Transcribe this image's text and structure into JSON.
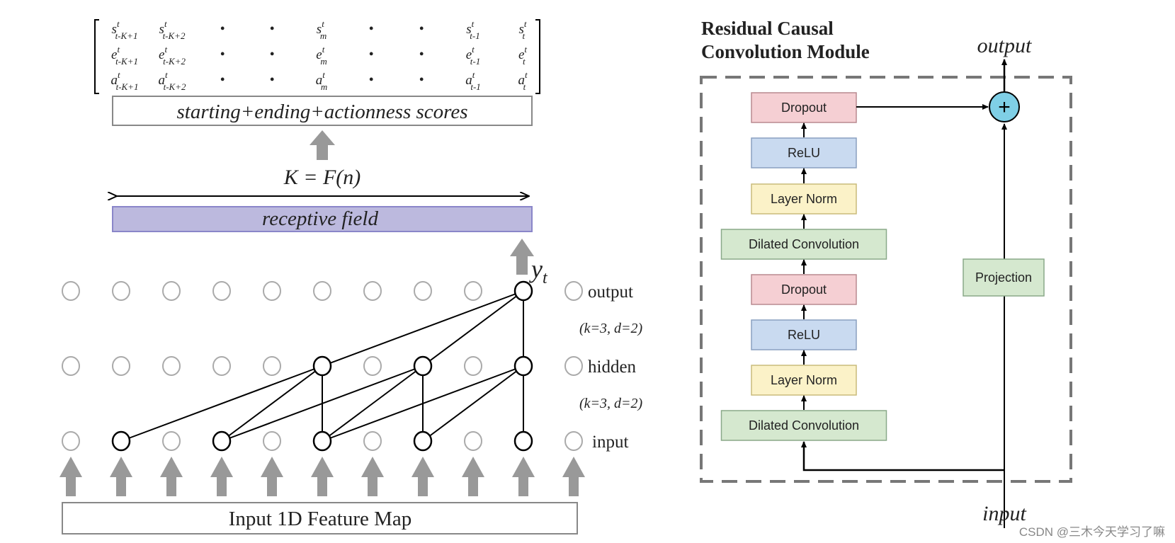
{
  "left_diagram": {
    "score_matrix": {
      "rows": [
        {
          "sym": "s",
          "cells": [
            "t-K+1",
            "t-K+2",
            "•",
            "•",
            "m",
            "•",
            "•",
            "t-1",
            "t"
          ]
        },
        {
          "sym": "e",
          "cells": [
            "t-K+1",
            "t-K+2",
            "•",
            "•",
            "m",
            "•",
            "•",
            "t-1",
            "t"
          ]
        },
        {
          "sym": "a",
          "cells": [
            "t-K+1",
            "t-K+2",
            "•",
            "•",
            "m",
            "•",
            "•",
            "t-1",
            "t"
          ]
        }
      ],
      "superscript": "t"
    },
    "scores_box_label": "starting+ending+actionness scores",
    "receptive_formula": "K = F(n)",
    "receptive_field_label": "receptive field",
    "output_symbol": "y",
    "output_subscript": "t",
    "layer_labels": {
      "output": "output",
      "hidden": "hidden",
      "input": "input"
    },
    "dilation_labels": {
      "upper": "(k=3, d=2)",
      "lower": "(k=3, d=2)"
    },
    "feature_map_label": "Input 1D Feature Map"
  },
  "right_diagram": {
    "title_line1": "Residual Causal",
    "title_line2": "Convolution Module",
    "output_label": "output",
    "input_label": "input",
    "plus_symbol": "+",
    "blocks": [
      {
        "label": "Dropout",
        "color": "#f5cfd3"
      },
      {
        "label": "ReLU",
        "color": "#c9daf0"
      },
      {
        "label": "Layer Norm",
        "color": "#fbf2c8"
      },
      {
        "label": "Dilated Convolution",
        "color": "#d5e8cf"
      },
      {
        "label": "Dropout",
        "color": "#f5cfd3"
      },
      {
        "label": "ReLU",
        "color": "#c9daf0"
      },
      {
        "label": "Layer Norm",
        "color": "#fbf2c8"
      },
      {
        "label": "Dilated Convolution",
        "color": "#d5e8cf"
      }
    ],
    "projection": {
      "label": "Projection",
      "color": "#d5e8cf"
    }
  },
  "watermark": "CSDN @三木今天学习了嘛"
}
